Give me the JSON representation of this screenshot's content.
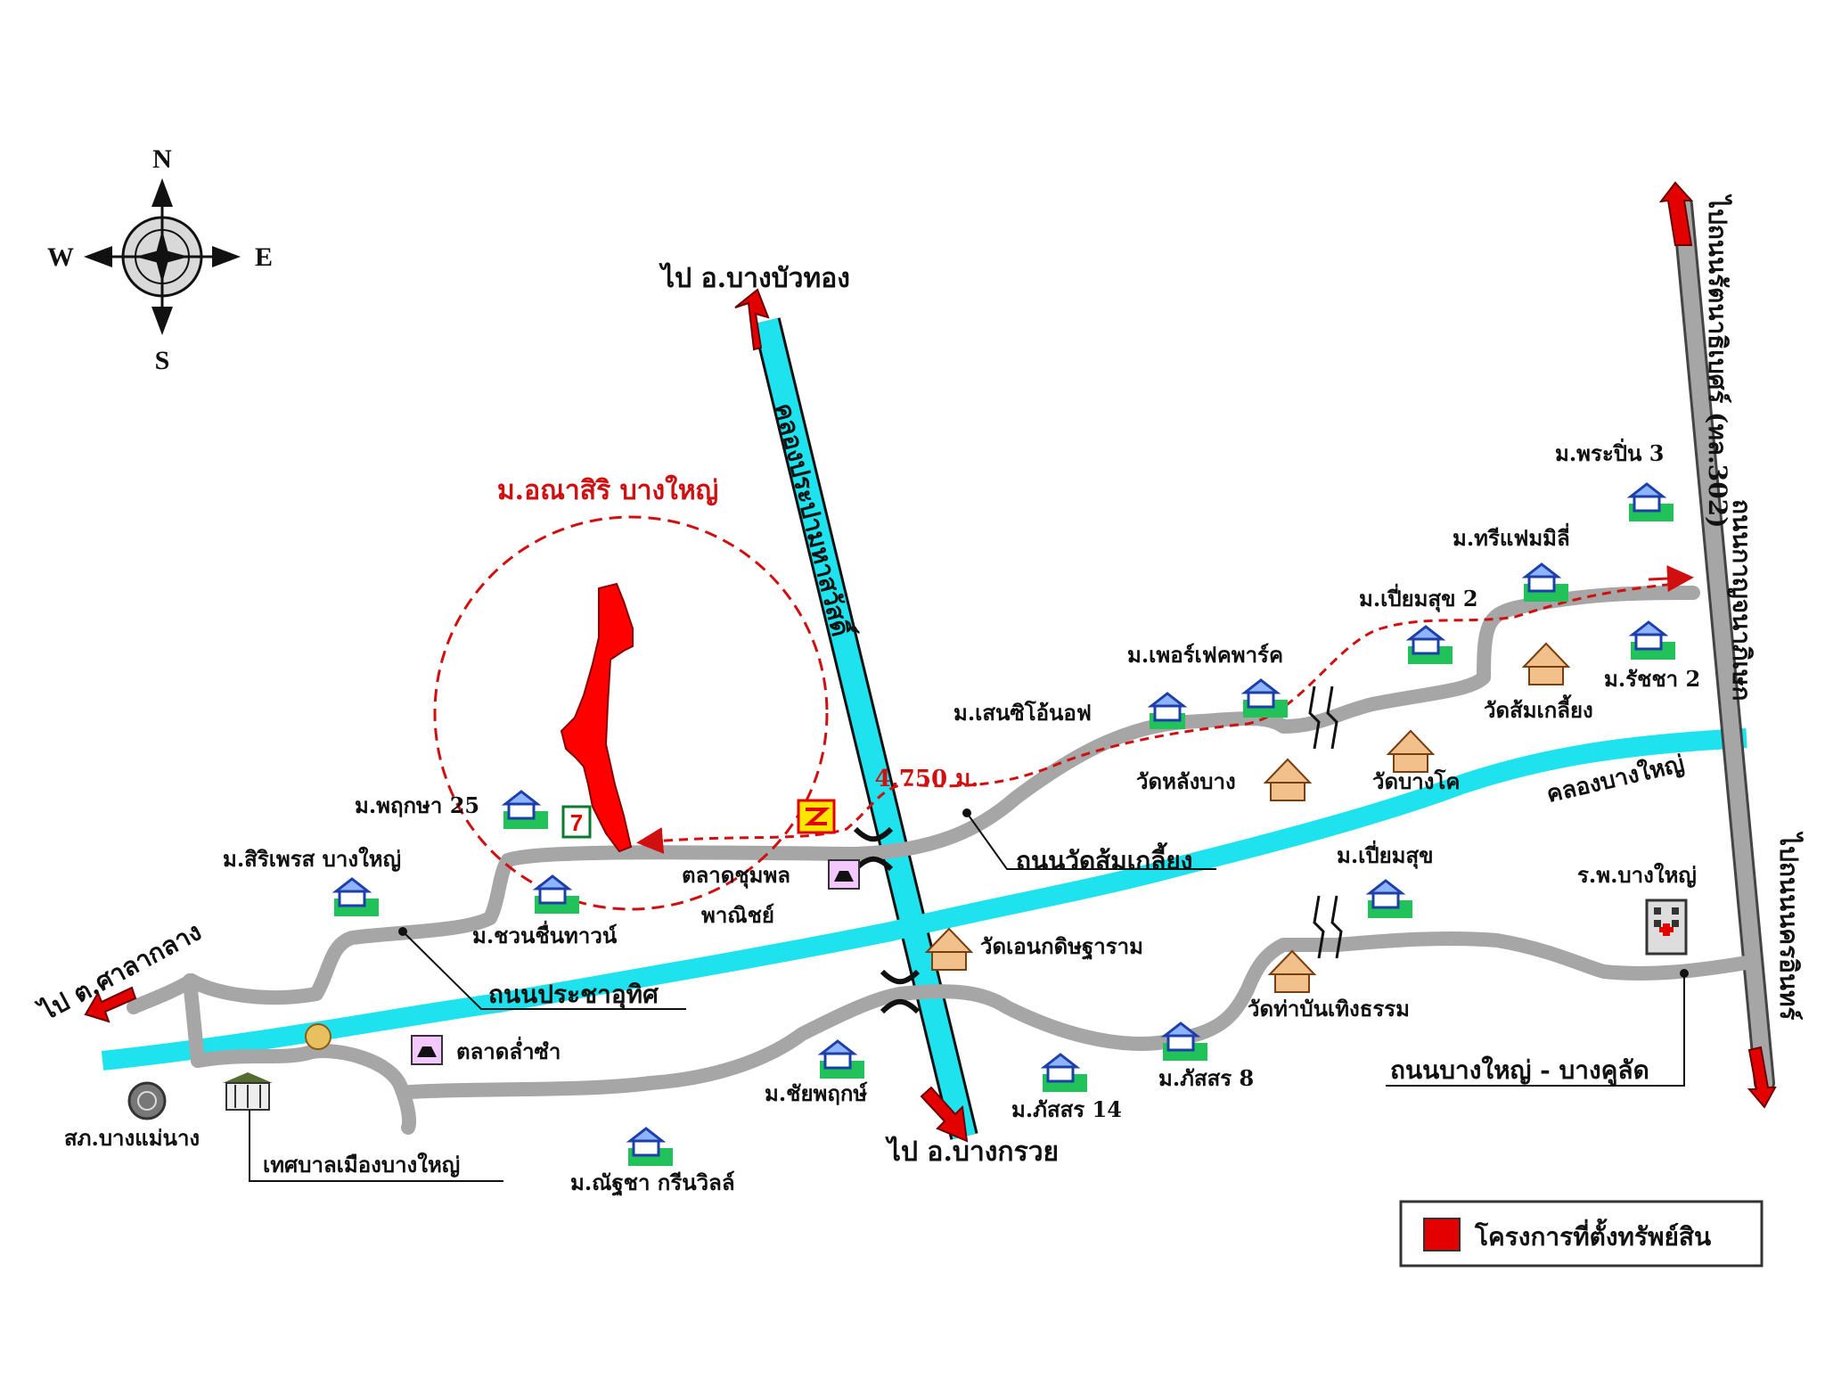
{
  "compass": {
    "north": "N",
    "south": "S",
    "east": "E",
    "west": "W"
  },
  "project": {
    "name": "ม.อณาสิริ บางใหญ่",
    "distance": "4,750 ม."
  },
  "legend": {
    "label": "โครงการที่ตั้งทรัพย์สิน",
    "color": "#e30000"
  },
  "colors": {
    "road": "#a6a6a6",
    "canal": "#1ee3ee",
    "arrow": "#e30000",
    "project": "#ff0000"
  },
  "directions": {
    "bang_bua_thong": "ไป อ.บางบัวทอง",
    "bang_kruai": "ไป อ.บางกรวย",
    "sala_klang": "ไป ต.ศาลากลาง",
    "nonthaburi_north": "ไปถนนรัตนาธิเบศร์ (ทล.302)",
    "nonthaburi_south": "ไปถนนนครอินทร์"
  },
  "roads": {
    "kanchana": "ถนนกาญจนาภิเษก",
    "wat_som_kliang": "ถนนวัดส้มเกลี้ยง",
    "pracha_uthit": "ถนนประชาอุทิศ",
    "bang_yai_bang_khu_lat": "ถนนบางใหญ่ - บางคูลัด"
  },
  "canals": {
    "prapa": "คลองประปามหาสวัสดิ์",
    "bang_yai": "คลองบางใหญ่"
  },
  "villages": [
    {
      "id": "phra_pin_3",
      "name": "ม.พระปิ่น 3"
    },
    {
      "id": "three_family",
      "name": "ม.ทรีแฟมมิลี่"
    },
    {
      "id": "piam_suk_2",
      "name": "ม.เปี่ยมสุข 2"
    },
    {
      "id": "perfect_park",
      "name": "ม.เพอร์เฟคพาร์ค"
    },
    {
      "id": "sensi",
      "name": "ม.เสนซิโอ้นอฟ"
    },
    {
      "id": "ratcha_2",
      "name": "ม.รัชชา 2"
    },
    {
      "id": "pruksa_25",
      "name": "ม.พฤกษา 25"
    },
    {
      "id": "siri_pet",
      "name": "ม.สิริเพรส บางใหญ่"
    },
    {
      "id": "chuan_chuen",
      "name": "ม.ชวนชื่นทาวน์"
    },
    {
      "id": "piam_suk",
      "name": "ม.เปี่ยมสุข"
    },
    {
      "id": "chai_pruk",
      "name": "ม.ชัยพฤกษ์"
    },
    {
      "id": "passorn_14",
      "name": "ม.ภัสสร 14"
    },
    {
      "id": "passorn_8",
      "name": "ม.ภัสสร 8"
    },
    {
      "id": "nuttha",
      "name": "ม.ณัฐชา กรีนวิลล์"
    }
  ],
  "temples": {
    "som_kliang": "วัดส้มเกลี้ยง",
    "lang_bang": "วัดหลังบาง",
    "bang_kho": "วัดบางโค",
    "en_kaew": "วัดเอนกดิษฐาราม",
    "tha_ban": "วัดท่าบันเทิงธรรม"
  },
  "places": {
    "hospital": "ร.พ.บางใหญ่",
    "market_chumpon_1": "ตลาดชุมพล",
    "market_chumpon_2": "พาณิชย์",
    "market_lamsam": "ตลาดล่ำซำ",
    "police": "สภ.บางแม่นาง",
    "municipality": "เทศบาลเมืองบางใหญ่",
    "seven": "7"
  }
}
